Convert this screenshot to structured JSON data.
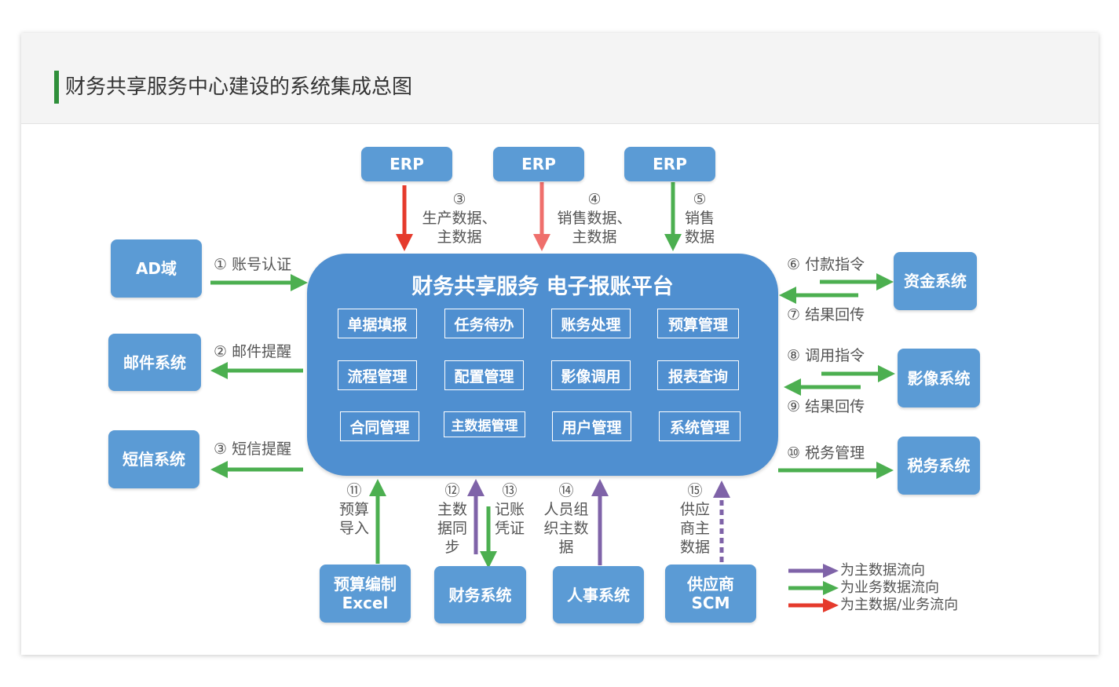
{
  "header": {
    "title": "财务共享服务中心建设的系统集成总图"
  },
  "platform": {
    "title": "财务共享服务 电子报账平台",
    "modules": [
      "单据填报",
      "任务待办",
      "账务处理",
      "预算管理",
      "流程管理",
      "配置管理",
      "影像调用",
      "报表查询",
      "合同管理",
      "主数据管理",
      "用户管理",
      "系统管理"
    ]
  },
  "systems": {
    "erp1": "ERP",
    "erp2": "ERP",
    "erp3": "ERP",
    "ad": "AD域",
    "mail": "邮件系统",
    "sms": "短信系统",
    "fund": "资金系统",
    "image": "影像系统",
    "tax": "税务系统",
    "budget_line1": "预算编制",
    "budget_line2": "Excel",
    "finance": "财务系统",
    "hr": "人事系统",
    "scm_line1": "供应商",
    "scm_line2": "SCM"
  },
  "flows": {
    "f1": "① 账号认证",
    "f2": "② 邮件提醒",
    "f3l": "③ 短信提醒",
    "f3t_num": "③",
    "f3t_l1": "生产数据、",
    "f3t_l2": "主数据",
    "f4_num": "④",
    "f4_l1": "销售数据、",
    "f4_l2": "主数据",
    "f5_num": "⑤",
    "f5_l1": "销售",
    "f5_l2": "数据",
    "f6": "⑥ 付款指令",
    "f7": "⑦ 结果回传",
    "f8": "⑧ 调用指令",
    "f9": "⑨ 结果回传",
    "f10": "⑩ 税务管理",
    "f11_num": "⑪",
    "f11_l1": "预算",
    "f11_l2": "导入",
    "f12_num": "⑫",
    "f12_l1": "主数",
    "f12_l2": "据同",
    "f12_l3": "步",
    "f13_num": "⑬",
    "f13_l1": "记账",
    "f13_l2": "凭证",
    "f14_num": "⑭",
    "f14_l1": "人员组",
    "f14_l2": "织主数",
    "f14_l3": "据",
    "f15_num": "⑮",
    "f15_l1": "供应",
    "f15_l2": "商主",
    "f15_l3": "数据"
  },
  "legend": [
    {
      "label": "为主数据流向",
      "color": "#7f63a8"
    },
    {
      "label": "为业务数据流向",
      "color": "#4caf50"
    },
    {
      "label": "为主数据/业务流向",
      "color": "#e53a2c"
    }
  ],
  "colors": {
    "box": "#5b9bd5",
    "platform": "#4f8fd0",
    "green": "#4caf50",
    "red": "#e53a2c",
    "pink": "#ef6f6c",
    "purple": "#7f63a8",
    "title_bar": "#2f8f3a"
  }
}
